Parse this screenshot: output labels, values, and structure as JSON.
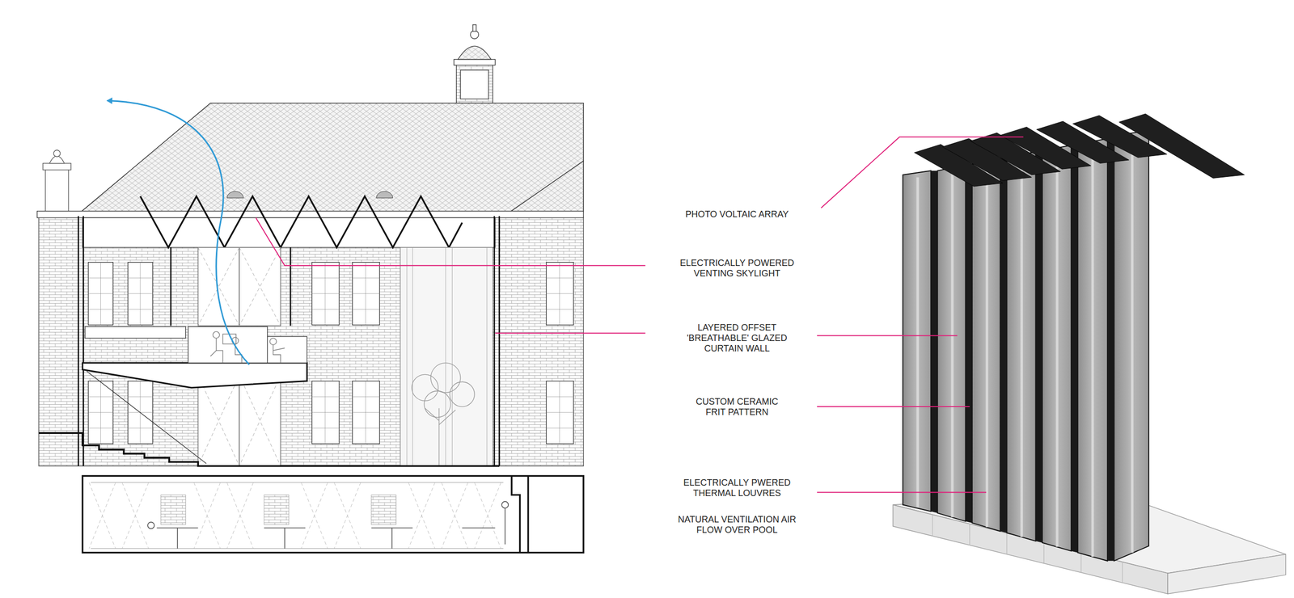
{
  "diagram": {
    "labels": [
      "PHOTO VOLTAIC ARRAY",
      "ELECTRICALLY POWERED VENTING SKYLIGHT",
      "LAYERED OFFSET 'BREATHABLE' GLAZED CURTAIN WALL",
      "CUSTOM CERAMIC FRIT PATTERN",
      "ELECTRICALLY PWERED THERMAL LOUVRES",
      "NATURAL VENTILATION AIR FLOW OVER POOL"
    ]
  }
}
